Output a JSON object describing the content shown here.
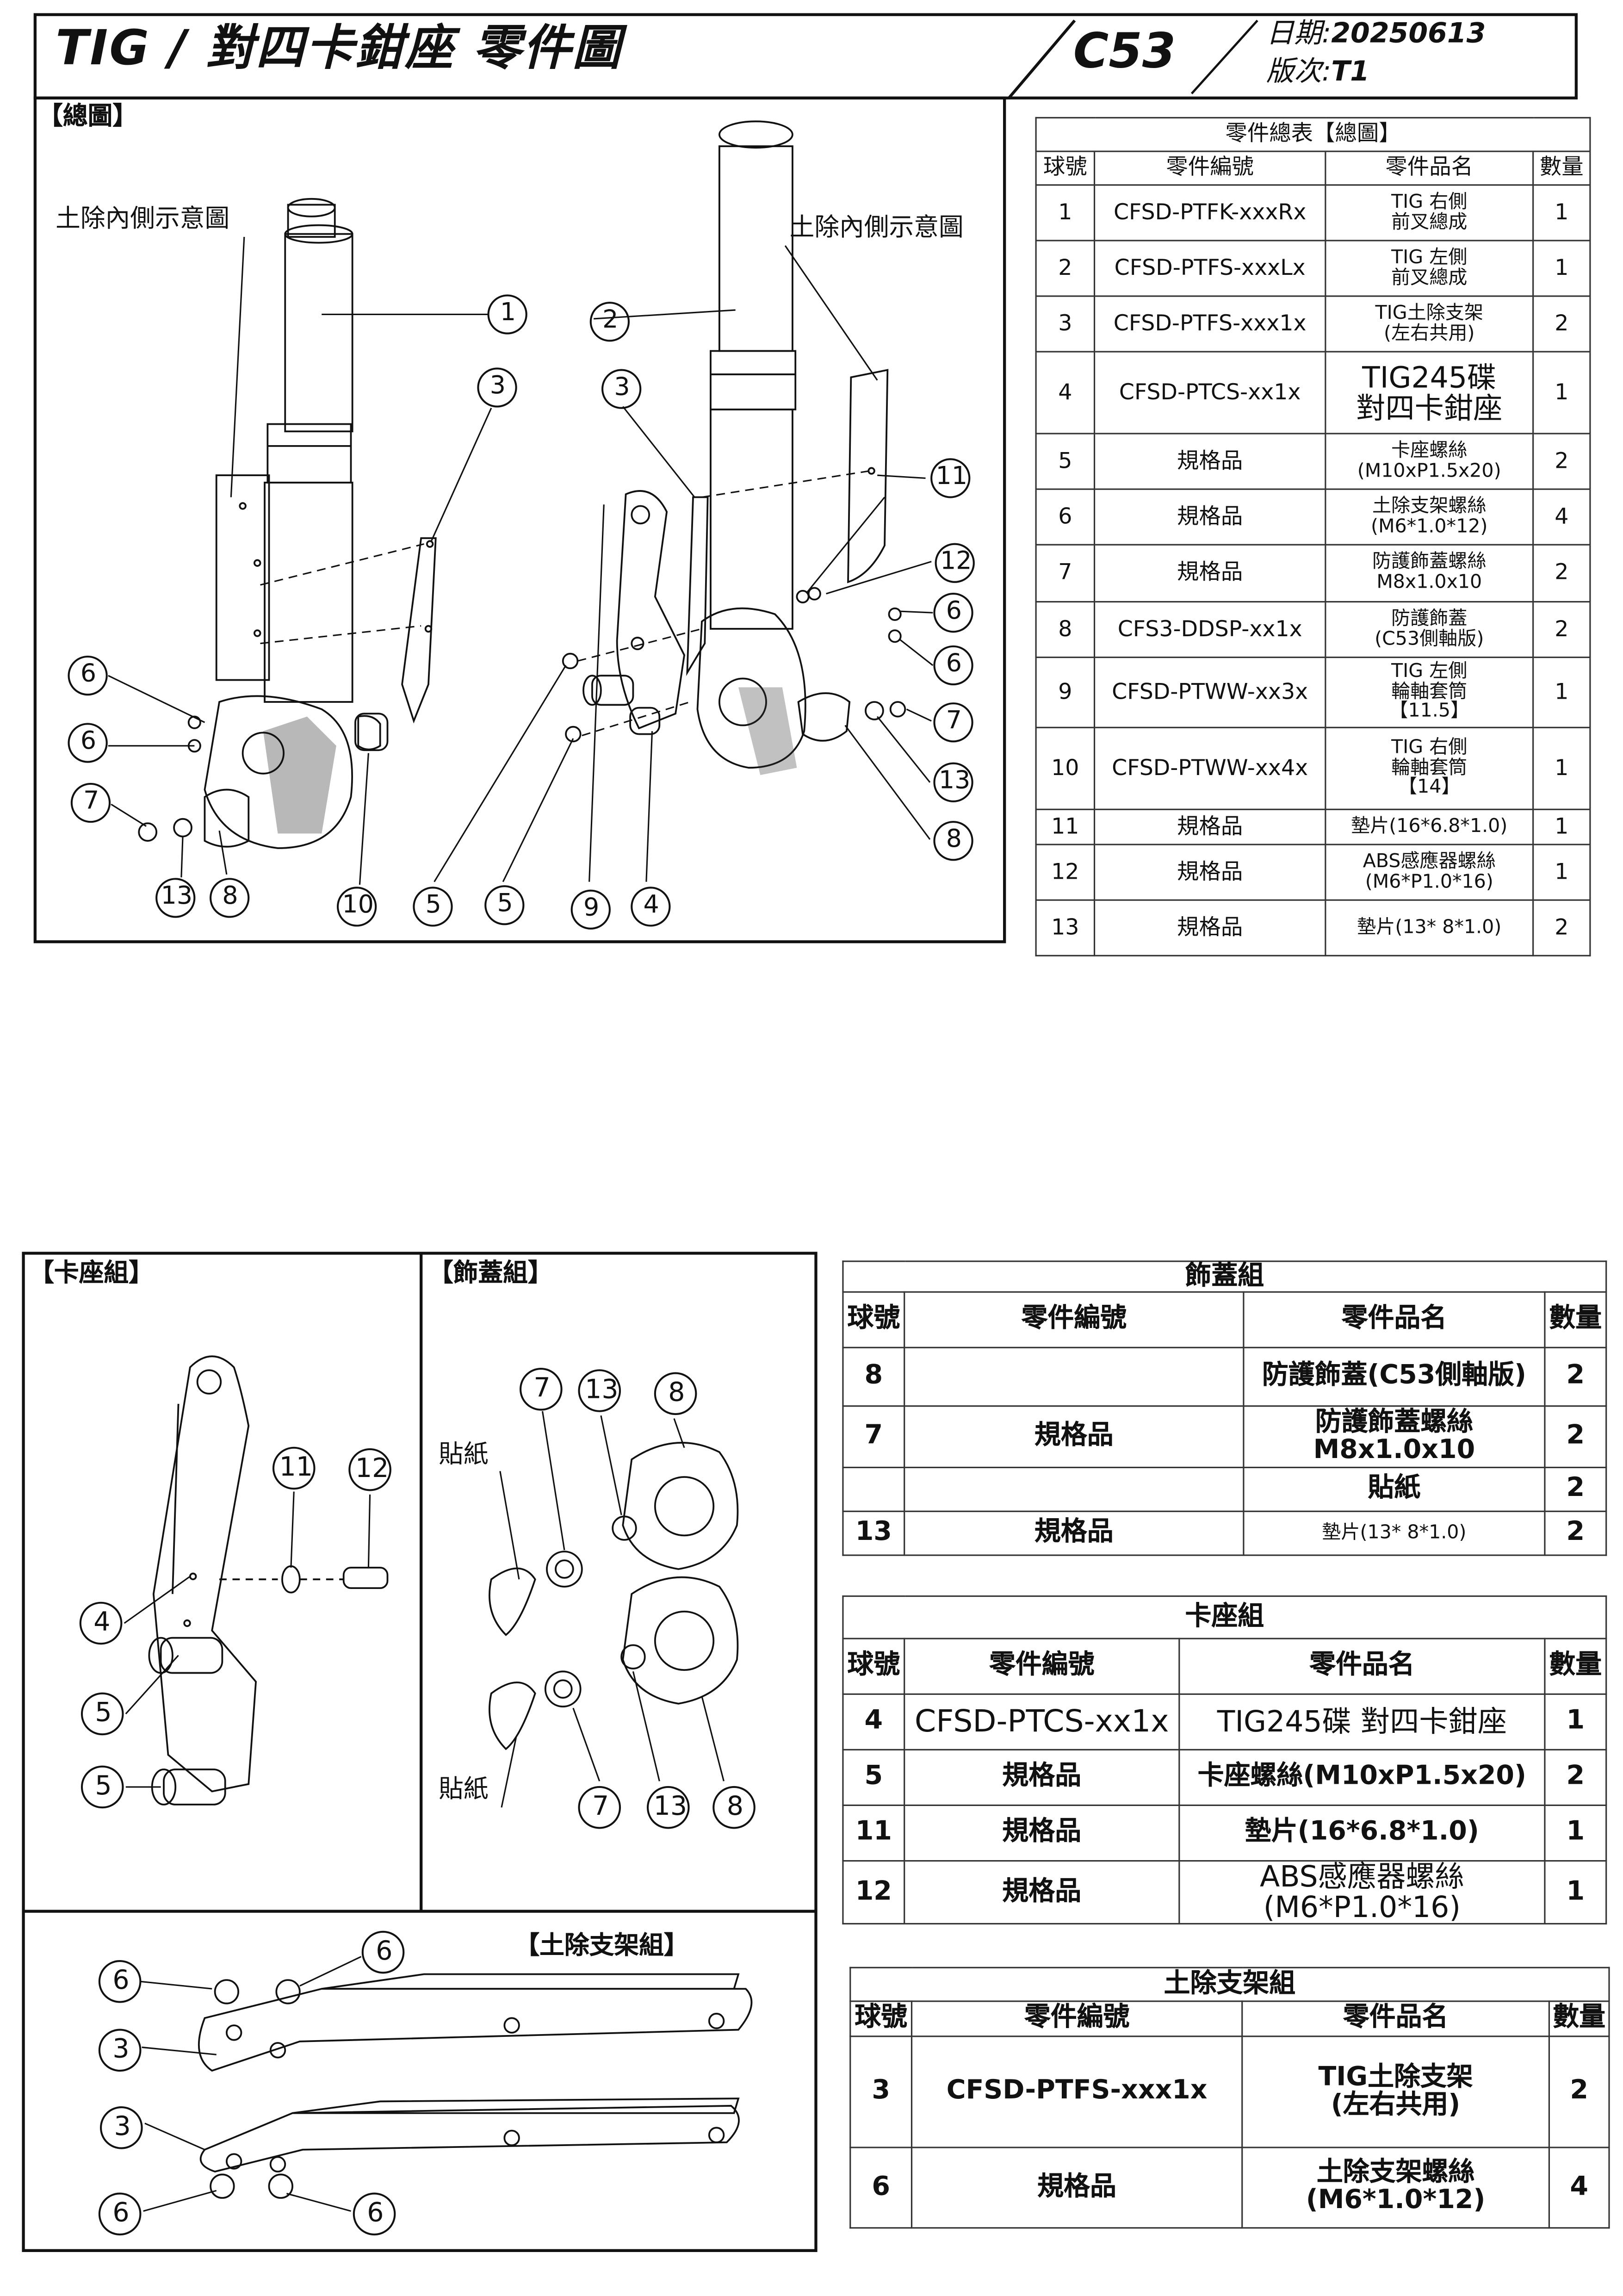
{
  "header": {
    "title": "TIG / 對四卡鉗座 零件圖",
    "model": "C53",
    "date_label": "日期:",
    "date_value": "20250613",
    "version_label": "版次:",
    "version_value": "T1"
  },
  "overview": {
    "title": "【總圖】",
    "note_left": "土除內側示意圖",
    "note_right": "土除內側示意圖",
    "callouts": [
      "1",
      "2",
      "3",
      "3",
      "11",
      "12",
      "6",
      "6",
      "6",
      "6",
      "7",
      "7",
      "13",
      "13",
      "8",
      "8",
      "10",
      "5",
      "5",
      "9",
      "4"
    ]
  },
  "caliper_group": {
    "title": "【卡座組】",
    "callouts": [
      "11",
      "12",
      "4",
      "5",
      "5"
    ]
  },
  "cover_group": {
    "title": "【飾蓋組】",
    "sticker_label": "貼紙",
    "callouts": [
      "7",
      "13",
      "8",
      "7",
      "13",
      "8"
    ]
  },
  "mudguard_group": {
    "title": "【土除支架組】",
    "callouts": [
      "6",
      "6",
      "3",
      "3",
      "6",
      "6"
    ]
  },
  "main_table": {
    "caption": "零件總表【總圖】",
    "headers": [
      "球號",
      "零件編號",
      "零件品名",
      "數量"
    ],
    "rows": [
      {
        "no": "1",
        "code": "CFSD-PTFK-xxxRx",
        "name_l1": "TIG 右側",
        "name_l2": "前叉總成",
        "name_l3": "",
        "qty": "1"
      },
      {
        "no": "2",
        "code": "CFSD-PTFS-xxxLx",
        "name_l1": "TIG  左側",
        "name_l2": "前叉總成",
        "name_l3": "",
        "qty": "1"
      },
      {
        "no": "3",
        "code": "CFSD-PTFS-xxx1x",
        "name_l1": "TIG土除支架",
        "name_l2": "(左右共用)",
        "name_l3": "",
        "qty": "2"
      },
      {
        "no": "4",
        "code": "CFSD-PTCS-xx1x",
        "name_l1": "TIG245碟",
        "name_l2": "對四卡鉗座",
        "name_l3": "",
        "qty": "1"
      },
      {
        "no": "5",
        "code": "規格品",
        "name_l1": "卡座螺絲",
        "name_l2": "(M10xP1.5x20)",
        "name_l3": "",
        "qty": "2"
      },
      {
        "no": "6",
        "code": "規格品",
        "name_l1": "土除支架螺絲",
        "name_l2": "(M6*1.0*12)",
        "name_l3": "",
        "qty": "4"
      },
      {
        "no": "7",
        "code": "規格品",
        "name_l1": "防護飾蓋螺絲",
        "name_l2": "M8x1.0x10",
        "name_l3": "",
        "qty": "2"
      },
      {
        "no": "8",
        "code": "CFS3-DDSP-xx1x",
        "name_l1": "防護飾蓋",
        "name_l2": "(C53側軸版)",
        "name_l3": "",
        "qty": "2"
      },
      {
        "no": "9",
        "code": "CFSD-PTWW-xx3x",
        "name_l1": "TIG 左側",
        "name_l2": "輪軸套筒",
        "name_l3": "【11.5】",
        "qty": "1"
      },
      {
        "no": "10",
        "code": "CFSD-PTWW-xx4x",
        "name_l1": "TIG 右側",
        "name_l2": "輪軸套筒",
        "name_l3": "【14】",
        "qty": "1"
      },
      {
        "no": "11",
        "code": "規格品",
        "name_l1": "墊片(16*6.8*1.0)",
        "name_l2": "",
        "name_l3": "",
        "qty": "1"
      },
      {
        "no": "12",
        "code": "規格品",
        "name_l1": "ABS感應器螺絲",
        "name_l2": "(M6*P1.0*16)",
        "name_l3": "",
        "qty": "1"
      },
      {
        "no": "13",
        "code": "規格品",
        "name_l1": "墊片(13* 8*1.0)",
        "name_l2": "",
        "name_l3": "",
        "qty": "2"
      }
    ]
  },
  "cover_table": {
    "caption": "飾蓋組",
    "headers": [
      "球號",
      "零件編號",
      "零件品名",
      "數量"
    ],
    "rows": [
      {
        "no": "8",
        "code": "",
        "name_l1": "防護飾蓋(C53側軸版)",
        "name_l2": "",
        "qty": "2"
      },
      {
        "no": "7",
        "code": "規格品",
        "name_l1": "防護飾蓋螺絲",
        "name_l2": "M8x1.0x10",
        "qty": "2"
      },
      {
        "no": "",
        "code": "",
        "name_l1": "貼紙",
        "name_l2": "",
        "qty": "2"
      },
      {
        "no": "13",
        "code": "規格品",
        "name_l1": "墊片(13* 8*1.0)",
        "name_l2": "",
        "qty": "2"
      }
    ]
  },
  "caliper_table": {
    "caption": "卡座組",
    "headers": [
      "球號",
      "零件編號",
      "零件品名",
      "數量"
    ],
    "rows": [
      {
        "no": "4",
        "code": "CFSD-PTCS-xx1x",
        "name_l1": "TIG245碟 對四卡鉗座",
        "name_l2": "",
        "qty": "1"
      },
      {
        "no": "5",
        "code": "規格品",
        "name_l1": "卡座螺絲(M10xP1.5x20)",
        "name_l2": "",
        "qty": "2"
      },
      {
        "no": "11",
        "code": "規格品",
        "name_l1": "墊片(16*6.8*1.0)",
        "name_l2": "",
        "qty": "1"
      },
      {
        "no": "12",
        "code": "規格品",
        "name_l1": "ABS感應器螺絲",
        "name_l2": "(M6*P1.0*16)",
        "qty": "1"
      }
    ]
  },
  "mudguard_table": {
    "caption": "土除支架組",
    "headers": [
      "球號",
      "零件編號",
      "零件品名",
      "數量"
    ],
    "rows": [
      {
        "no": "3",
        "code": "CFSD-PTFS-xxx1x",
        "name_l1": "TIG土除支架",
        "name_l2": "(左右共用)",
        "qty": "2"
      },
      {
        "no": "6",
        "code": "規格品",
        "name_l1": "土除支架螺絲",
        "name_l2": "(M6*1.0*12)",
        "qty": "4"
      }
    ]
  }
}
